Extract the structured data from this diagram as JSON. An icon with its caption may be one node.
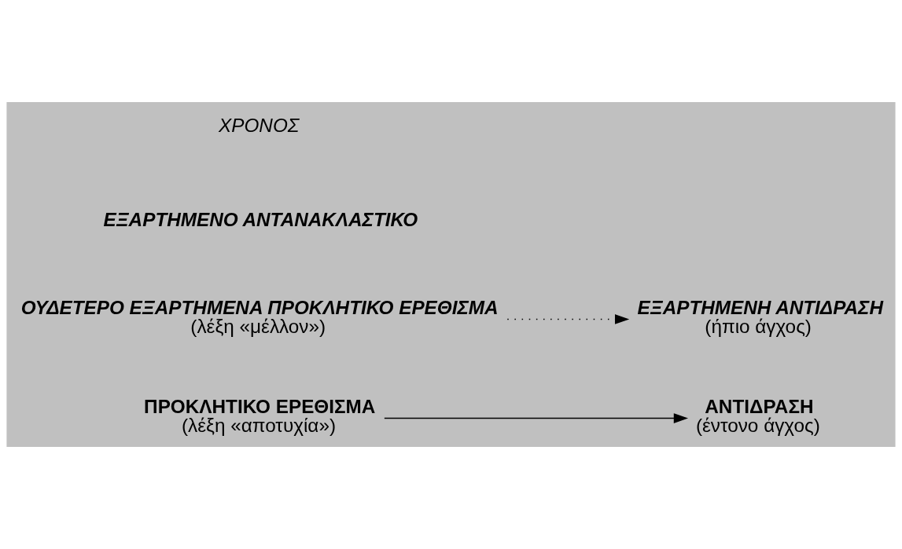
{
  "diagram": {
    "nodes": [
      {
        "text": [
          "ΠΡΟΚΛΗΤΙΚΟ ΕΡΕΘΙΣΜΑ",
          "(λέξη «αποτυχία»)"
        ]
      },
      {
        "text": [
          "ΑΝΤΙΔΡΑΣΗ",
          "(έντονο άγχος)"
        ]
      },
      {
        "text": [
          "ΕΞΑΡΤΗΜΕΝΗ ΑΝΤΙΔΡΑΣΗ",
          "(ήπιο άγχος)"
        ]
      },
      {
        "text": [
          "ΟΥΔΕΤΕΡΟ ΕΞΑΡΤΗΜΕΝΑ ΠΡΟΚΛΗΤΙΚΟ ΕΡΕΘΙΣΜΑ",
          "(λέξη «μέλλον»)"
        ]
      }
    ],
    "edges": [
      {
        "from": 0,
        "to": 1,
        "arrow": "to"
      },
      {
        "from": 3,
        "to": 2,
        "arrow": "to",
        "style": "dashed"
      }
    ],
    "labels": [
      "ΕΞΑΡΤΗΜΕΝΟ ΑΝΤΑΝΑΚΛΑΣΤΙΚΟ",
      "ΧΡΟΝΟΣ"
    ]
  }
}
